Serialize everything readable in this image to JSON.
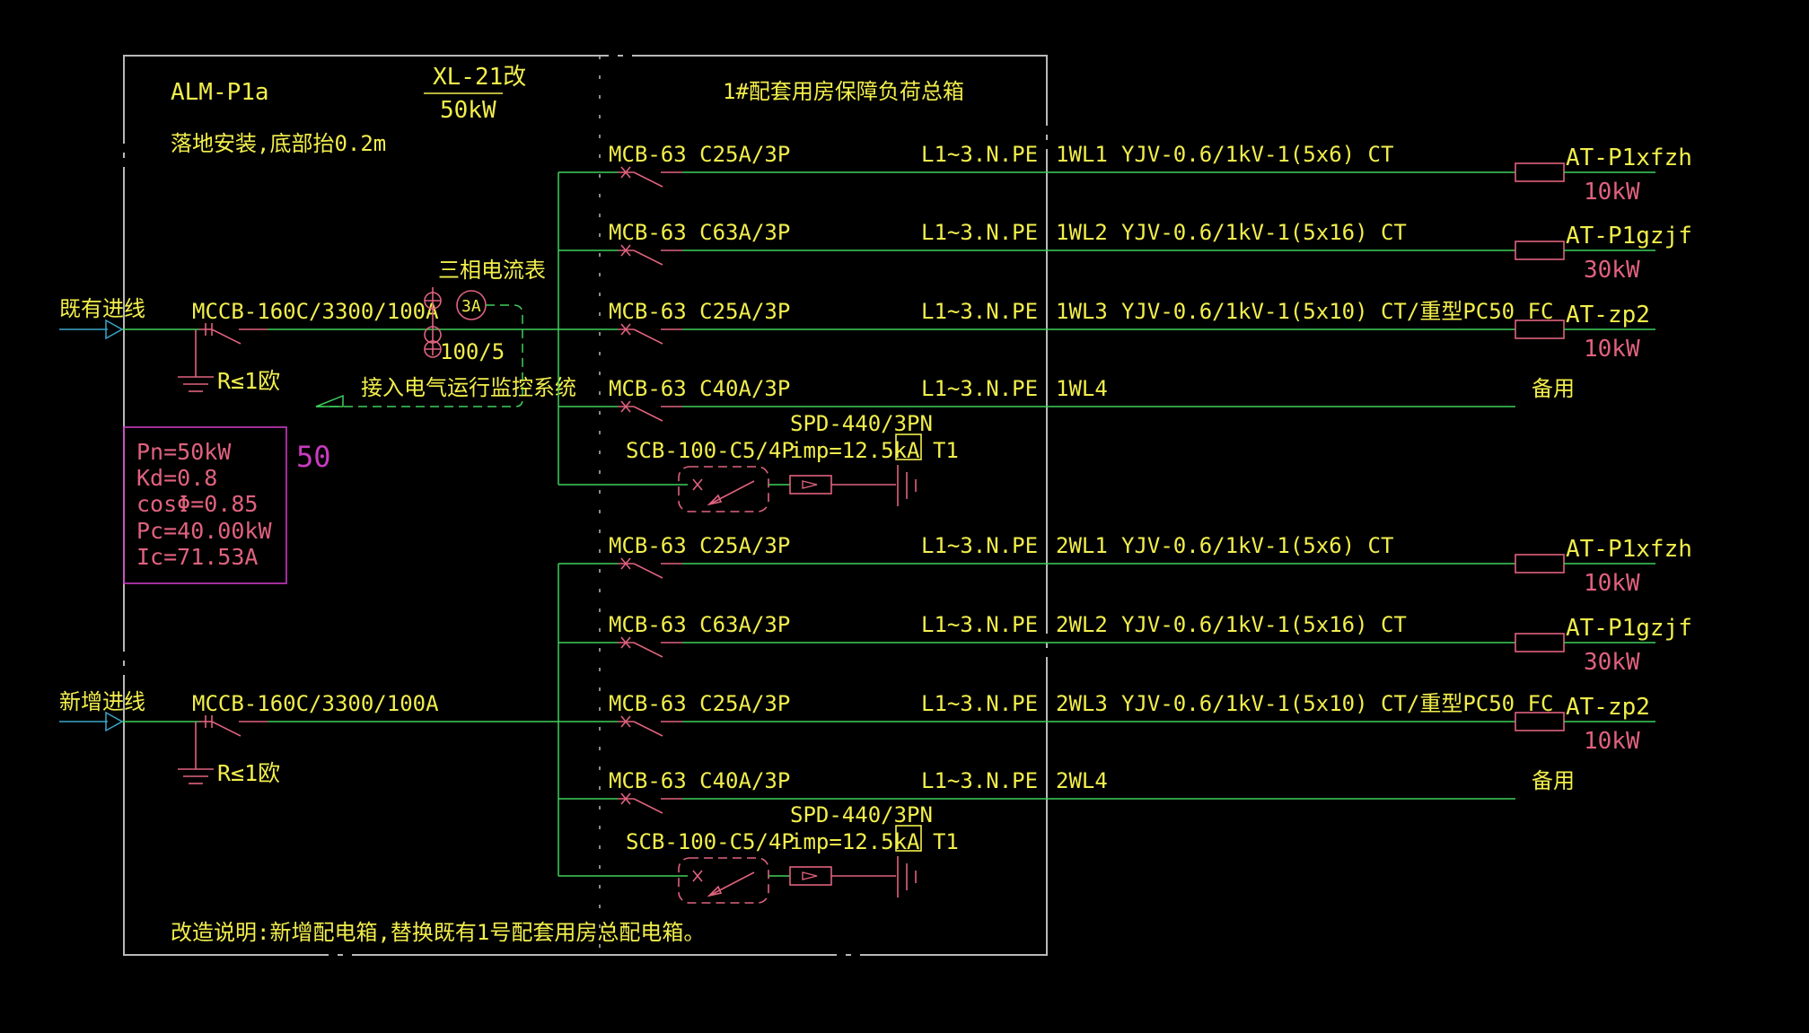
{
  "panel": {
    "id": "ALM-P1a",
    "install_note": "落地安装,底部抬0.2m",
    "model": "XL-21改",
    "rated_power": "50kW",
    "title": "1#配套用房保障负荷总箱",
    "remark": "改造说明:新增配电箱,替换既有1号配套用房总配电箱。"
  },
  "incomers": [
    {
      "label": "既有进线",
      "breaker": "MCCB-160C/3300/100A",
      "ground": "R≤1欧"
    },
    {
      "label": "新增进线",
      "breaker": "MCCB-160C/3300/100A",
      "ground": "R≤1欧"
    }
  ],
  "meter": {
    "title": "三相电流表",
    "symbol": "3A",
    "ct_ratio": "100/5",
    "monitor_note": "接入电气运行监控系统"
  },
  "load_calc": {
    "pn": "Pn=50kW",
    "kd": "Kd=0.8",
    "cos": "cosΦ=0.85",
    "pc": "Pc=40.00kW",
    "ic": "Ic=71.53A",
    "tag": "50"
  },
  "feeders": [
    {
      "breaker": "MCB-63 C25A/3P",
      "phase": "L1~3.N.PE",
      "circuit": "1WL1",
      "cable": "YJV-0.6/1kV-1(5x6) CT",
      "dest": "AT-P1xfzh",
      "power": "10kW"
    },
    {
      "breaker": "MCB-63 C63A/3P",
      "phase": "L1~3.N.PE",
      "circuit": "1WL2",
      "cable": "YJV-0.6/1kV-1(5x16) CT",
      "dest": "AT-P1gzjf",
      "power": "30kW"
    },
    {
      "breaker": "MCB-63 C25A/3P",
      "phase": "L1~3.N.PE",
      "circuit": "1WL3",
      "cable": "YJV-0.6/1kV-1(5x10) CT/重型PC50 FC",
      "dest": "AT-zp2",
      "power": "10kW"
    },
    {
      "breaker": "MCB-63 C40A/3P",
      "phase": "L1~3.N.PE",
      "circuit": "1WL4",
      "cable": "",
      "dest": "备用",
      "power": ""
    },
    {
      "breaker": "MCB-63 C25A/3P",
      "phase": "L1~3.N.PE",
      "circuit": "2WL1",
      "cable": "YJV-0.6/1kV-1(5x6) CT",
      "dest": "AT-P1xfzh",
      "power": "10kW"
    },
    {
      "breaker": "MCB-63 C63A/3P",
      "phase": "L1~3.N.PE",
      "circuit": "2WL2",
      "cable": "YJV-0.6/1kV-1(5x16) CT",
      "dest": "AT-P1gzjf",
      "power": "30kW"
    },
    {
      "breaker": "MCB-63 C25A/3P",
      "phase": "L1~3.N.PE",
      "circuit": "2WL3",
      "cable": "YJV-0.6/1kV-1(5x10) CT/重型PC50 FC",
      "dest": "AT-zp2",
      "power": "10kW"
    },
    {
      "breaker": "MCB-63 C40A/3P",
      "phase": "L1~3.N.PE",
      "circuit": "2WL4",
      "cable": "",
      "dest": "备用",
      "power": ""
    }
  ],
  "spd": [
    {
      "scb": "SCB-100-C5/4P",
      "model": "SPD-440/3PN",
      "imp": "imp=12.5kA T1"
    },
    {
      "scb": "SCB-100-C5/4P",
      "model": "SPD-440/3PN",
      "imp": "imp=12.5kA T1"
    }
  ],
  "colors": {
    "background": "#000000",
    "wire": "#3fcf5c",
    "text": "#f2ee4c",
    "device": "#e0627e",
    "frame": "#b9b9b9",
    "incomer_arrow": "#3aa6c8",
    "calc_box": "#c93bc0"
  }
}
